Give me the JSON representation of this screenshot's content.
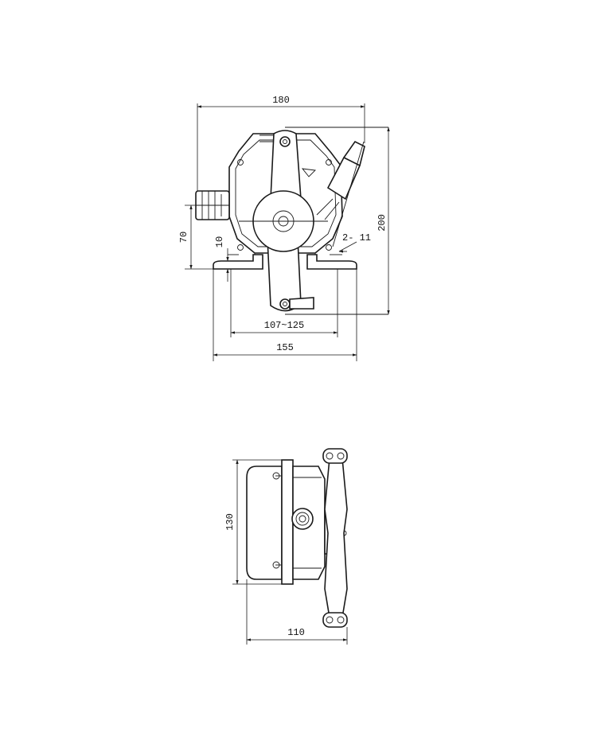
{
  "front_view": {
    "dimensions": {
      "overall_width": "180",
      "overall_height": "200",
      "mount_height": "70",
      "base_offset": "10",
      "hole_label": "2- 11",
      "hole_spacing": "107~125",
      "base_width": "155"
    }
  },
  "side_view": {
    "dimensions": {
      "height": "130",
      "depth": "110"
    }
  }
}
